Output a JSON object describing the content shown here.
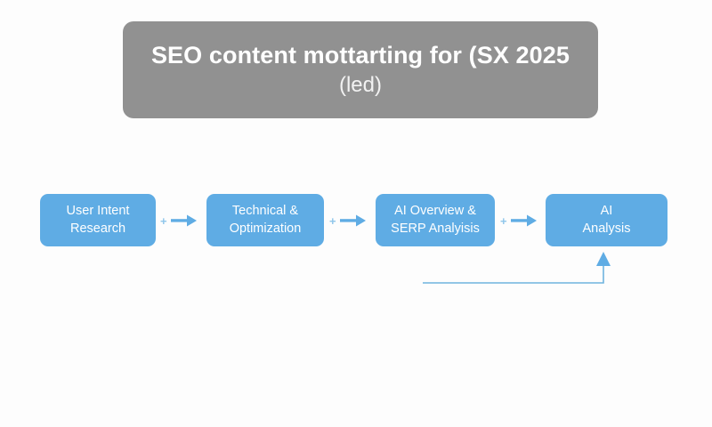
{
  "page": {
    "background_color": "#fdfdfd"
  },
  "title_banner": {
    "background_color": "#919191",
    "text_color": "#ffffff",
    "line1": "SEO content mottarting for (SX 2025",
    "line2": "(led)"
  },
  "flow": {
    "box_color": "#5FACE4",
    "box_text_color": "#ffffff",
    "connector_color": "#5FACE4",
    "plus_label": "+",
    "boxes": [
      {
        "line1": "User Intent",
        "line2": "Research"
      },
      {
        "line1": "Technical &",
        "line2": "Optimization"
      },
      {
        "line1": "AI Overview &",
        "line2": "SERP Analyisis"
      },
      {
        "line1": "AI",
        "line2": "Analysis"
      }
    ],
    "connectors": [
      {
        "plus": "+",
        "icon": "arrow-right-icon"
      },
      {
        "plus": "+",
        "icon": "arrow-right-icon"
      },
      {
        "plus": "+",
        "icon": "arrow-right-icon"
      }
    ],
    "feedback_loop": {
      "icon": "feedback-arrow-up-icon",
      "line_color": "#6FB3DF",
      "arrow_color": "#5FACE4"
    }
  }
}
